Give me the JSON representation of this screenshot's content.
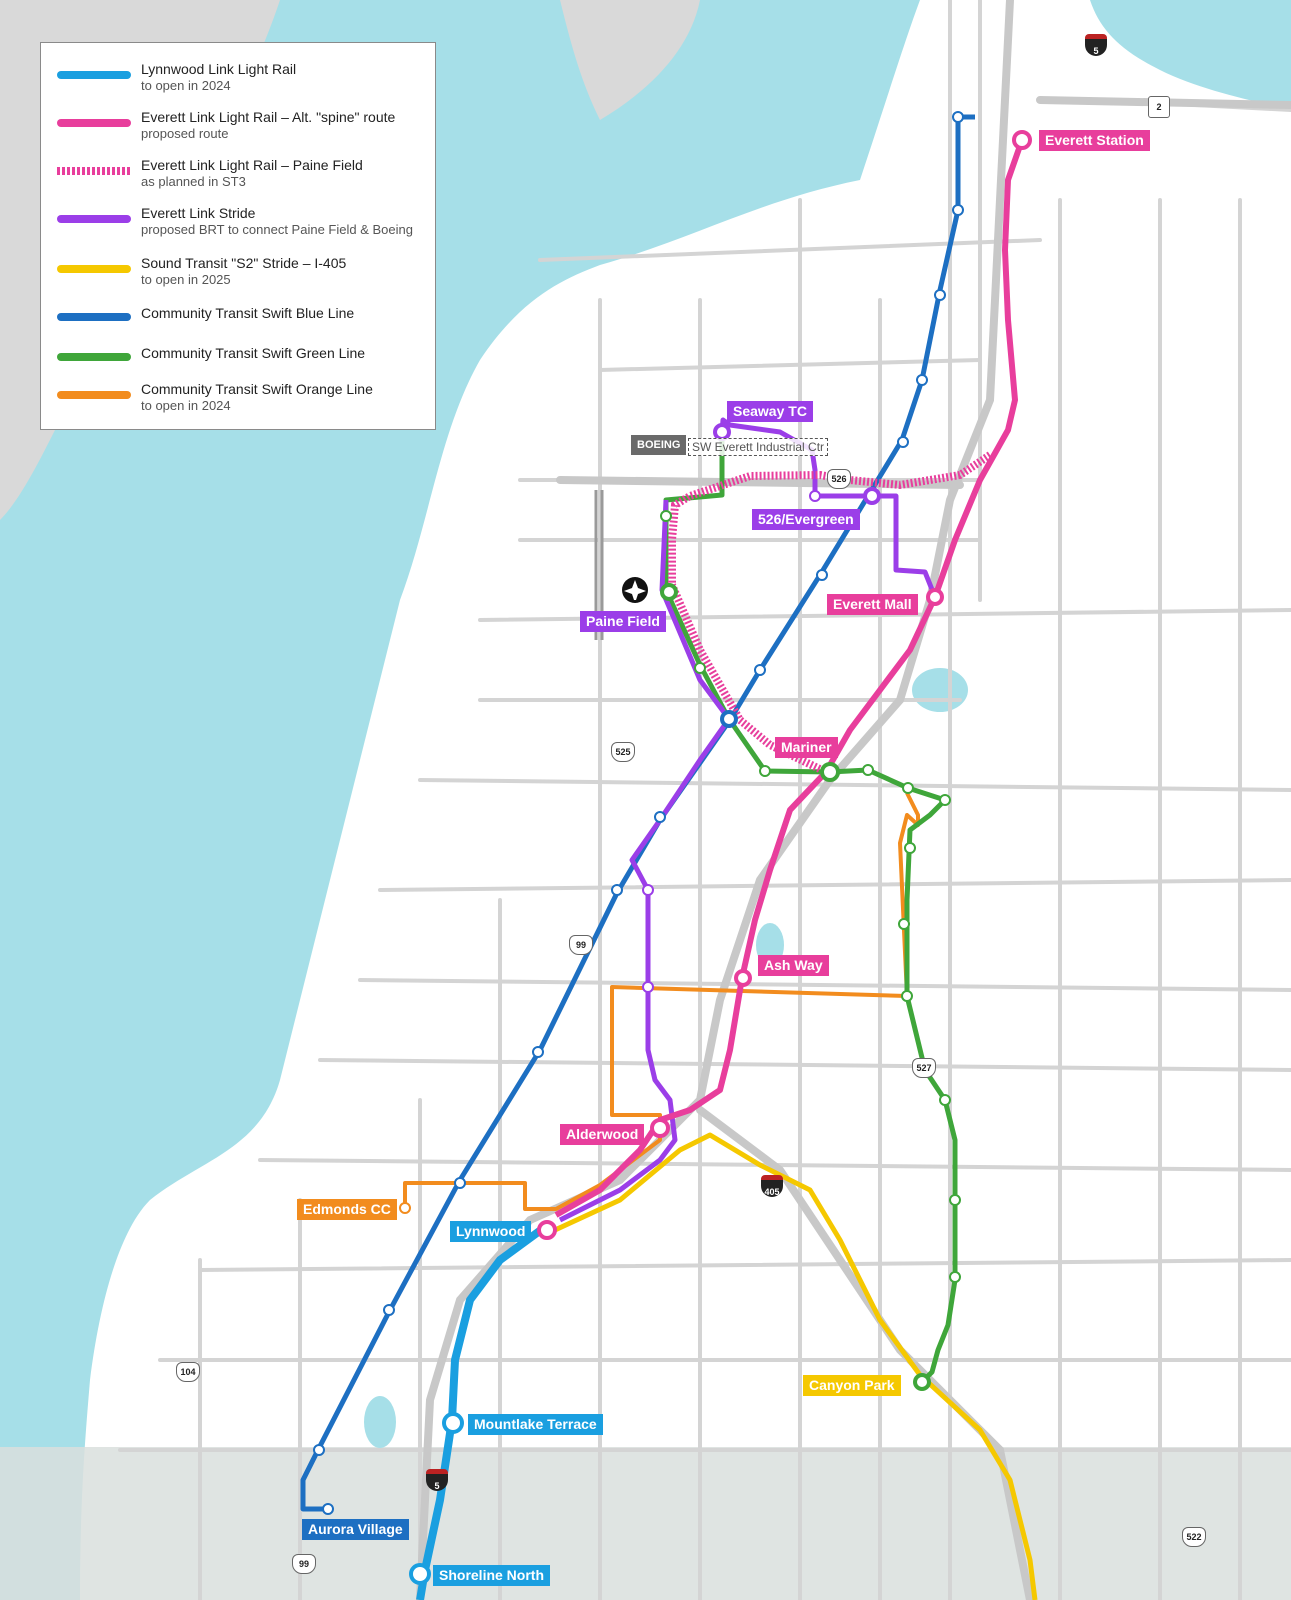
{
  "legend": {
    "items": [
      {
        "title": "Lynnwood Link Light Rail",
        "sub": "to open in 2024",
        "color": "#1a9fe0"
      },
      {
        "title": "Everett Link Light Rail – Alt. \"spine\" route",
        "sub": "proposed route",
        "color": "#e83e9c"
      },
      {
        "title": "Everett Link Light Rail – Paine Field",
        "sub": "as planned in ST3",
        "color": "#e83e9c"
      },
      {
        "title": "Everett Link Stride",
        "sub": "proposed BRT to connect Paine Field & Boeing",
        "color": "#9b3ee8"
      },
      {
        "title": "Sound Transit \"S2\" Stride – I-405",
        "sub": "to open in 2025",
        "color": "#f5c800"
      },
      {
        "title": "Community Transit Swift Blue Line",
        "sub": "",
        "color": "#1d6fc2"
      },
      {
        "title": "Community Transit Swift Green Line",
        "sub": "",
        "color": "#3fa63a"
      },
      {
        "title": "Community Transit Swift Orange Line",
        "sub": "to open in 2024",
        "color": "#f28c1e"
      }
    ]
  },
  "stations": {
    "everett_station": "Everett Station",
    "seaway_tc": "Seaway TC",
    "evergreen_526": "526/Evergreen",
    "paine_field": "Paine Field",
    "everett_mall": "Everett Mall",
    "mariner": "Mariner",
    "ash_way": "Ash Way",
    "alderwood": "Alderwood",
    "edmonds_cc": "Edmonds CC",
    "lynnwood": "Lynnwood",
    "canyon_park": "Canyon Park",
    "mountlake_terrace": "Mountlake Terrace",
    "aurora_village": "Aurora Village",
    "shoreline_north": "Shoreline North"
  },
  "places": {
    "boeing": "BOEING",
    "sw_everett": "SW Everett Industrial Ctr"
  },
  "shields": {
    "i5_north": "5",
    "us2": "2",
    "sr526": "526",
    "sr525": "525",
    "sr99_mid": "99",
    "sr527": "527",
    "i405": "405",
    "sr104": "104",
    "i5_south": "5",
    "sr99_south": "99",
    "sr522": "522"
  },
  "colors": {
    "water": "#a6dfe8",
    "land_gray": "#d9d9d9",
    "road": "#d4d4d4",
    "link_blue": "#1a9fe0",
    "link_pink": "#e83e9c",
    "stride_purple": "#9b3ee8",
    "stride_yellow": "#f5c800",
    "swift_blue": "#1d6fc2",
    "swift_green": "#3fa63a",
    "swift_orange": "#f28c1e"
  }
}
